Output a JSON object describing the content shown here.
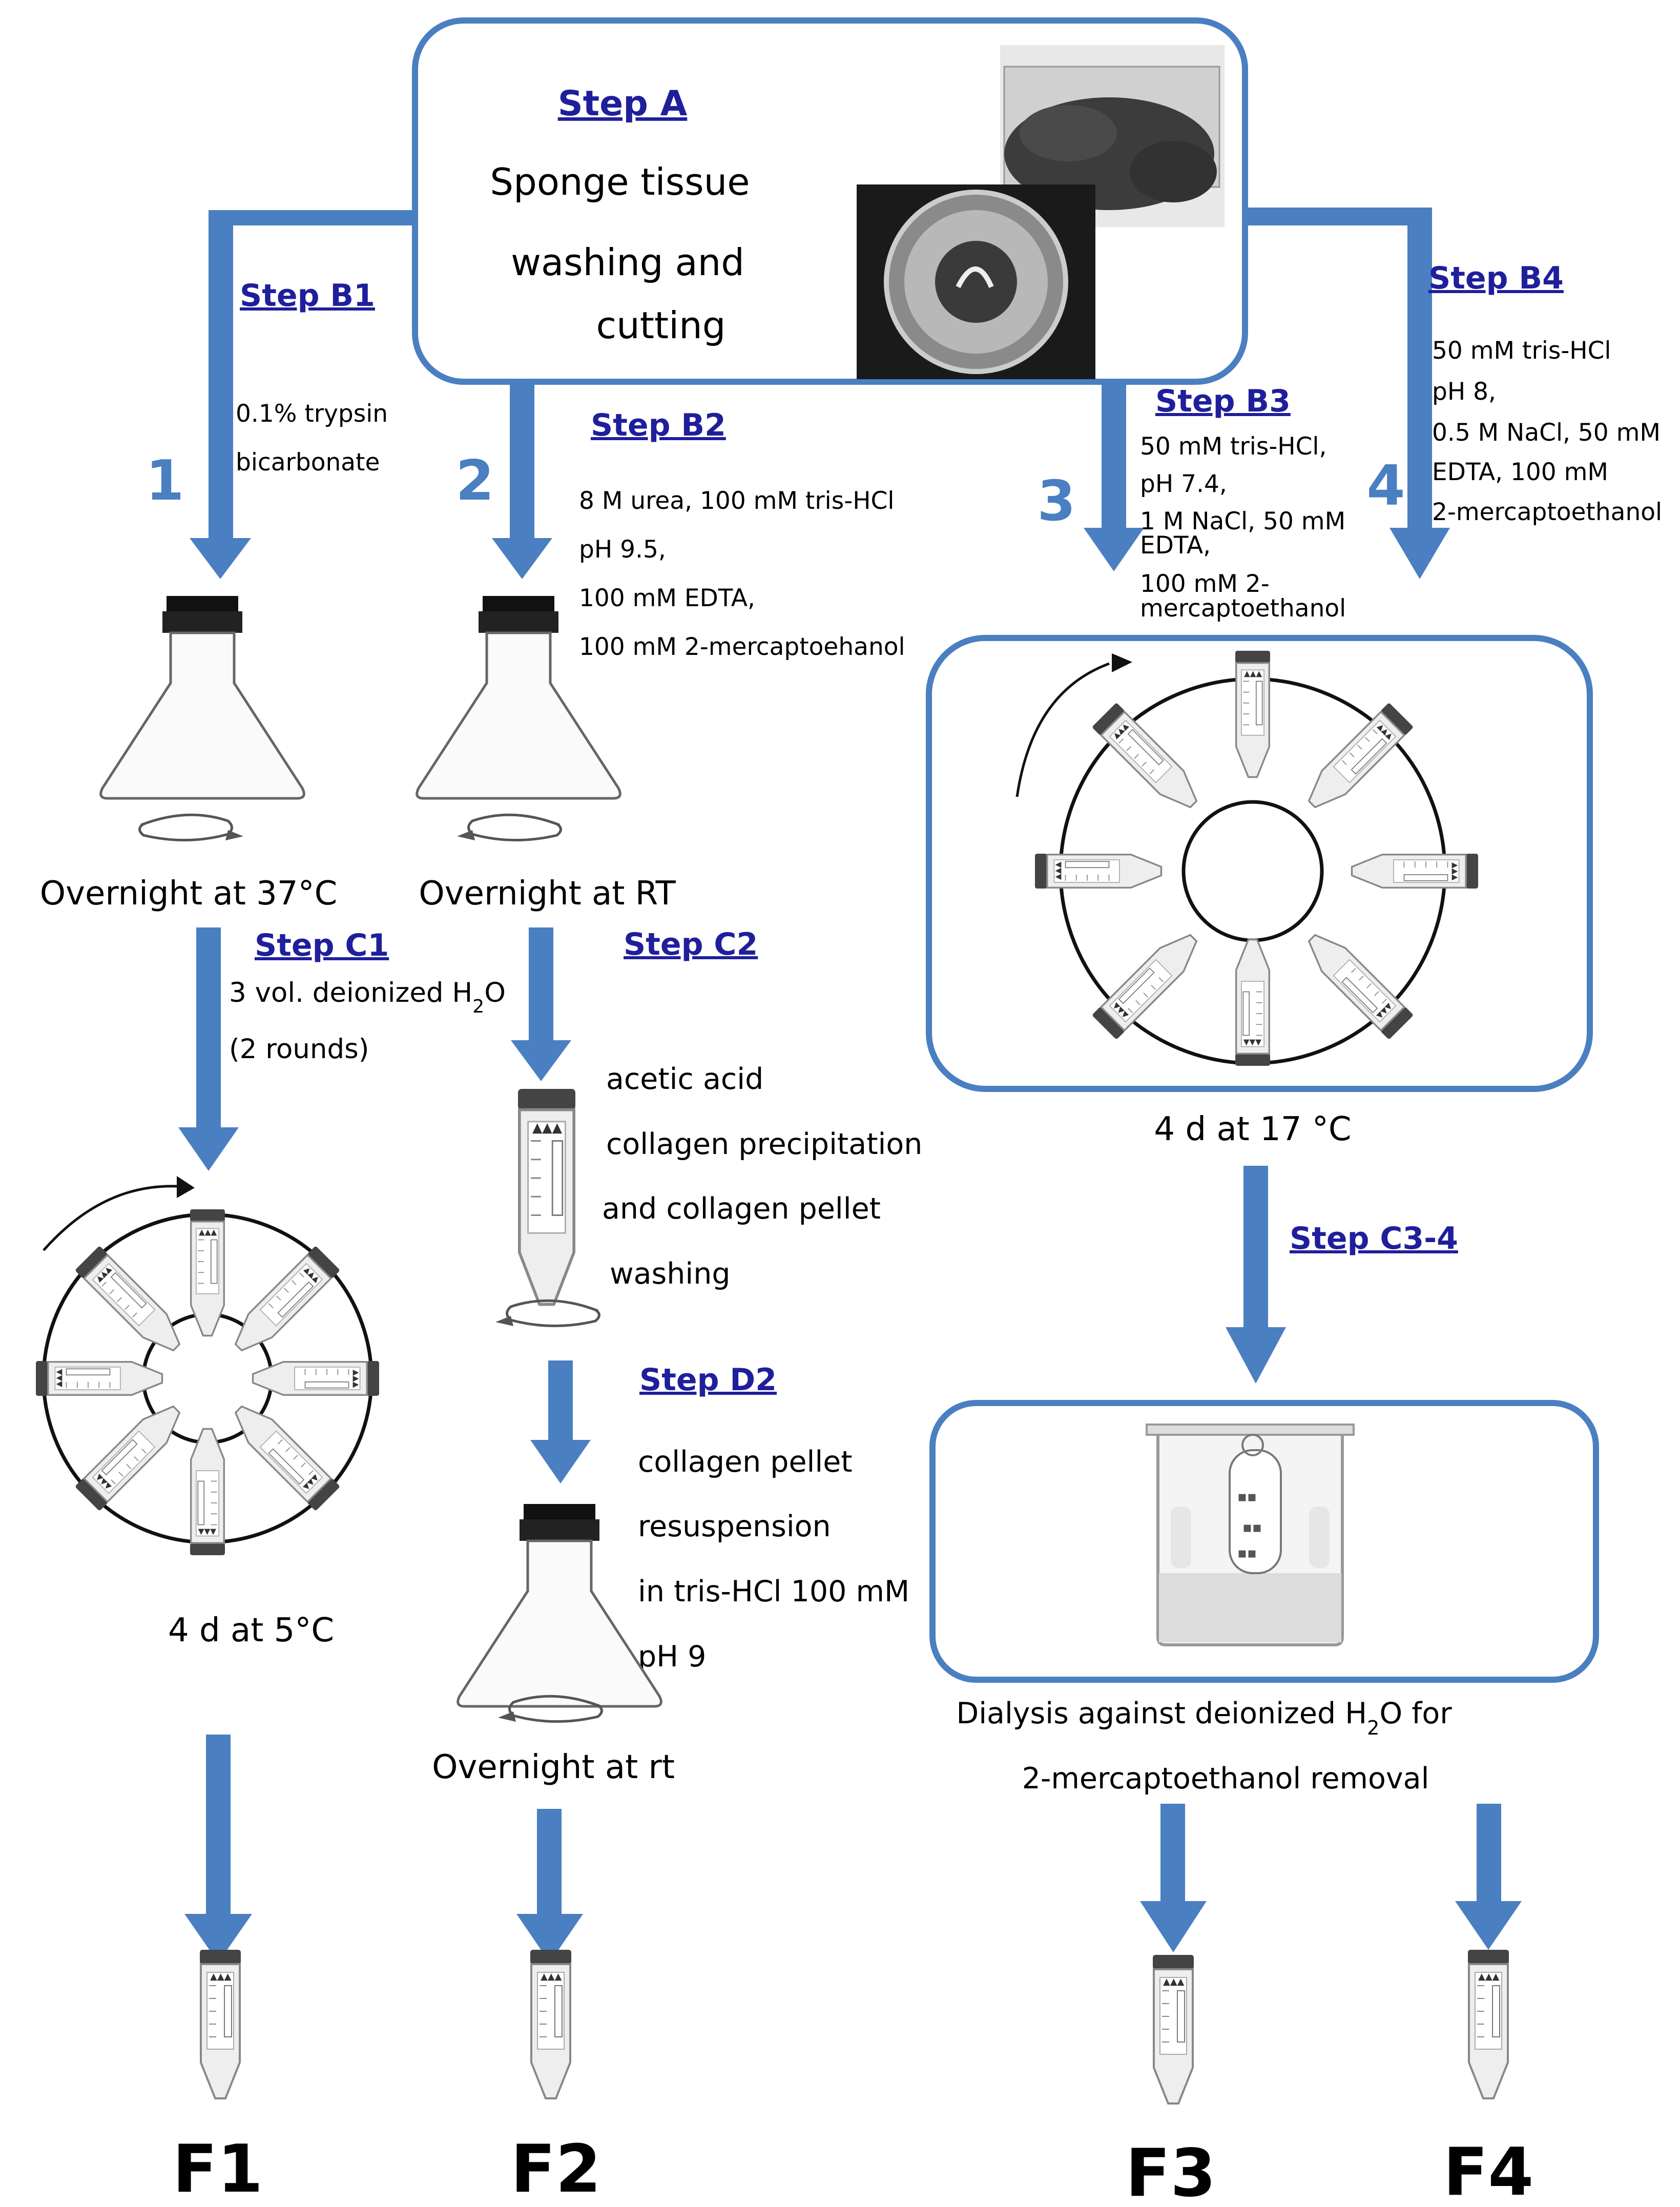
{
  "step_a": {
    "label": "Step A",
    "lines": [
      "Sponge tissue",
      "washing and",
      "cutting"
    ]
  },
  "path1": {
    "number": "1",
    "step_b": {
      "label": "Step B1",
      "lines": [
        "0.1% trypsin",
        "bicarbonate"
      ]
    },
    "incubation": "Overnight at 37°C",
    "step_c": {
      "label": "Step C1",
      "line1": "3 vol. deionized H",
      "h2o_sub": "2",
      "line1_end": "O",
      "line2": "(2 rounds)"
    },
    "rotation": "4 d  at 5°C",
    "fraction": "F1"
  },
  "path2": {
    "number": "2",
    "step_b": {
      "label": "Step B2",
      "lines": [
        "8 M urea, 100 mM tris-HCl",
        "pH 9.5,",
        "100 mM EDTA,",
        "100 mM 2-mercaptoehanol"
      ]
    },
    "incubation": "Overnight at RT",
    "step_c": {
      "label": "Step C2",
      "lines": [
        "acetic acid",
        "collagen precipitation",
        "and collagen pellet",
        "washing"
      ]
    },
    "step_d": {
      "label": "Step D2",
      "lines": [
        "collagen pellet",
        "resuspension",
        "in  tris-HCl 100 mM",
        "pH 9"
      ]
    },
    "incubation2": "Overnight at rt",
    "fraction": "F2"
  },
  "path3": {
    "number": "3",
    "step_b": {
      "label": "Step B3",
      "lines": [
        "50 mM tris-HCl,",
        "pH 7.4,",
        "1 M NaCl, 50 mM",
        "EDTA,",
        "100 mM  2-",
        "mercaptoethanol"
      ]
    },
    "fraction": "F3"
  },
  "path4": {
    "number": "4",
    "step_b": {
      "label": "Step B4",
      "lines": [
        "50 mM tris-HCl",
        "pH 8,",
        "0.5 M NaCl, 50 mM",
        "EDTA, 100 mM",
        "2-mercaptoethanol"
      ]
    },
    "fraction": "F4"
  },
  "merged": {
    "rotation": "4 d at 17 °C",
    "step_c": {
      "label": "Step C3-4"
    },
    "dialysis": {
      "line1_start": "Dialysis against deionized  H",
      "h2o_sub": "2",
      "line1_end": "O for",
      "line2": "2-mercaptoethanol removal"
    }
  },
  "colors": {
    "accent": "#4a7fc1",
    "step_label": "#1f1f9c"
  }
}
